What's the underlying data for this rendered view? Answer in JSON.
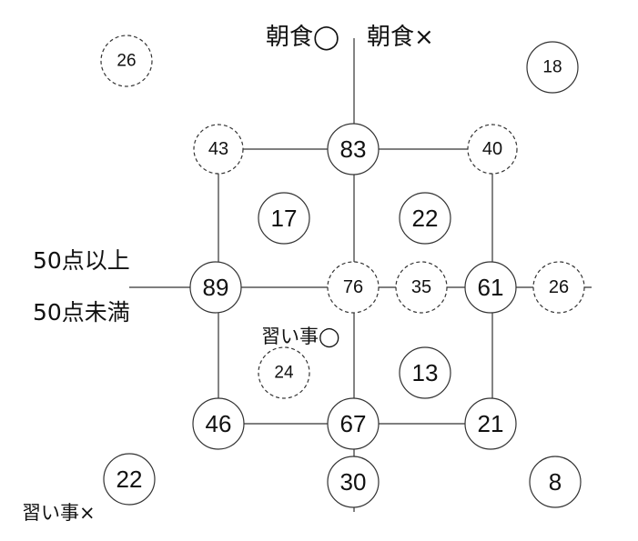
{
  "labels": {
    "breakfast_yes": "朝食◯",
    "breakfast_no": "朝食×",
    "score_high": "50点以上",
    "score_low": "50点未満",
    "lessons_yes": "習い事◯",
    "lessons_no": "習い事×"
  },
  "nodes": {
    "outer_top_left": "26",
    "outer_top_right": "18",
    "corner_top_left": "43",
    "top_center": "83",
    "corner_top_right": "40",
    "region_upper_left": "17",
    "region_upper_right": "22",
    "left_center": "89",
    "center": "76",
    "inner_right": "35",
    "right_center": "61",
    "outer_right": "26",
    "region_lower_left": "24",
    "region_lower_right": "13",
    "corner_bottom_left": "46",
    "bottom_center": "67",
    "corner_bottom_right": "21",
    "outer_bottom_left": "22",
    "outer_bottom_center": "30",
    "outer_bottom_right": "8"
  },
  "colors": {
    "stroke": "#333333",
    "text": "#111111"
  }
}
